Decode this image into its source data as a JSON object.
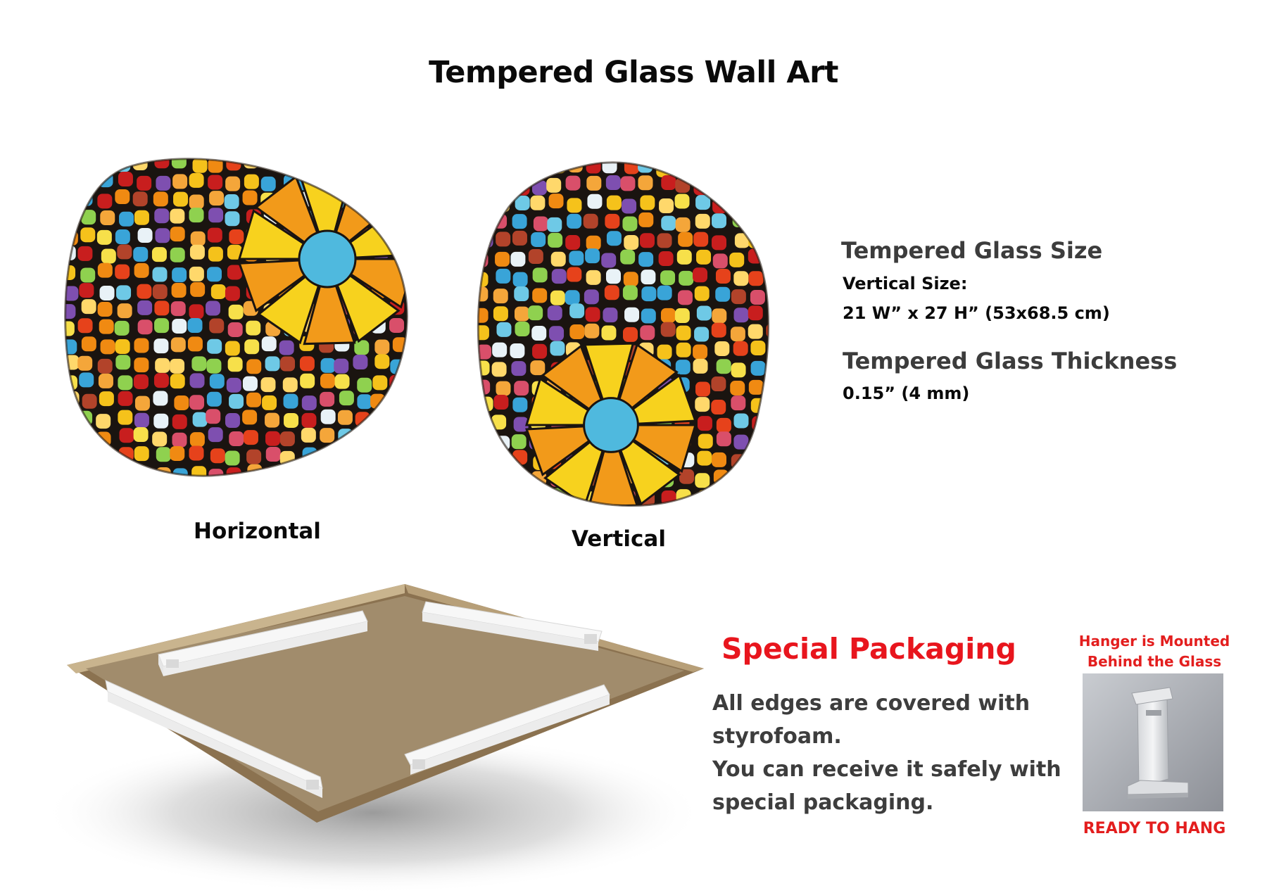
{
  "title": "Tempered Glass Wall Art",
  "products": {
    "horizontal_label": "Horizontal",
    "vertical_label": "Vertical"
  },
  "specs": {
    "size_heading": "Tempered Glass Size",
    "vertical_size_label": "Vertical Size:",
    "vertical_size_value": "21 W” x 27 H” (53x68.5 cm)",
    "thickness_heading": "Tempered Glass Thickness",
    "thickness_value": "0.15” (4 mm)"
  },
  "packaging": {
    "heading": "Special Packaging",
    "lines": [
      "All edges are covered with",
      "styrofoam.",
      "You can receive it safely with",
      "special packaging."
    ]
  },
  "hanger": {
    "line1": "Hanger is Mounted",
    "line2": "Behind the Glass",
    "ready": "READY TO HANG"
  },
  "colors": {
    "accent_red": "#e31e1e",
    "heading_gray": "#3c3c3c",
    "board_tan": "#a18c6c",
    "board_rim": "#8b7250"
  },
  "icons": {
    "horizontal_art": "stained-glass-horizontal",
    "vertical_art": "stained-glass-vertical",
    "packaging_board": "packaging-board",
    "hanger_photo": "metal-hanger-bracket"
  }
}
